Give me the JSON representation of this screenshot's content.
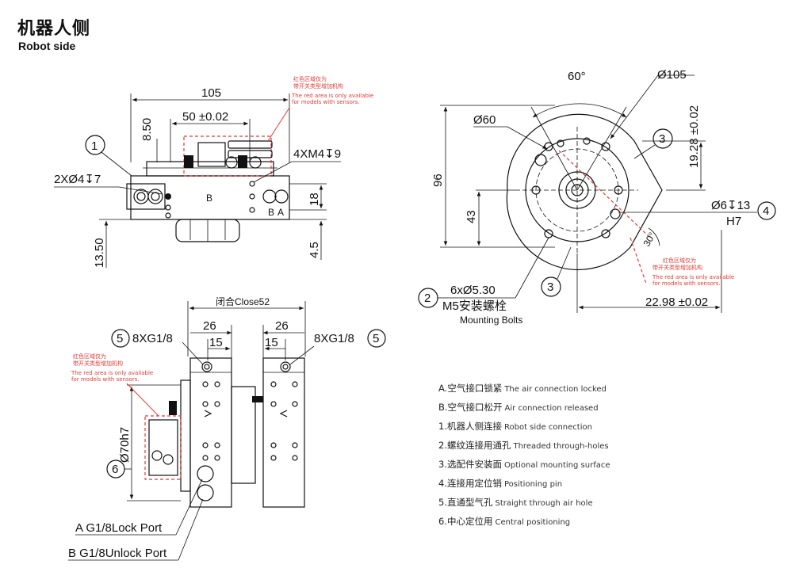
{
  "header": {
    "title_cn": "机器人侧",
    "title_en": "Robot side"
  },
  "red_note": {
    "cn_line1": "红色区域仅为",
    "cn_line2": "带开关类型增加机构",
    "en_line1": "The red area is only available",
    "en_line2": "for models with sensors."
  },
  "top_view": {
    "dim_width": "105",
    "dim_pitch": "50 ±0.02",
    "dim_height": "8.50",
    "dim_left_hole": "2XØ4↧7",
    "dim_right_hole": "4XM4↧9",
    "dim_right_height": "18",
    "dim_bottom_left": "13.50",
    "dim_bottom_right": "4.5",
    "callout_1": "1",
    "label_b": "B",
    "label_a": "A"
  },
  "round_view": {
    "angle_top": "60°",
    "dia_outer": "Ø105",
    "dia_inner": "Ø60",
    "dim_right_vertical": "19.28 ±0.02",
    "dim_left_vertical": "96",
    "dim_mid_vertical": "43",
    "pin_hole": "Ø6↧13",
    "pin_tolerance": "H7",
    "angle_bottom": "30°",
    "dim_bottom": "22.98 ±0.02",
    "bolts_spec": "6xØ5.30",
    "bolts_cn": "M5安装螺栓",
    "bolts_en": "Mounting Bolts",
    "callout_2": "2",
    "callout_3a": "3",
    "callout_3b": "3",
    "callout_4": "4"
  },
  "side_view": {
    "close_dim": "闭合Close52",
    "port_left": "8XG1/8",
    "port_right": "8XG1/8",
    "dim_26_left": "26",
    "dim_15_left": "15",
    "dim_26_right": "26",
    "dim_15_right": "15",
    "dia_70": "Ø70h7",
    "callout_5a": "5",
    "callout_5b": "5",
    "callout_6": "6",
    "port_a": "A G1/8Lock Port",
    "port_b": "B G1/8Unlock Port"
  },
  "legend": [
    {
      "cn": "A.空气接口锁紧",
      "en": "The air connection locked"
    },
    {
      "cn": "B.空气接口松开",
      "en": "Air connection released"
    },
    {
      "cn": "1.机器人侧连接",
      "en": "Robot side connection"
    },
    {
      "cn": "2.螺纹连接用通孔",
      "en": "Threaded through-holes"
    },
    {
      "cn": "3.选配件安装面",
      "en": "Optional mounting surface"
    },
    {
      "cn": "4.连接用定位销",
      "en": "Positioning pin"
    },
    {
      "cn": "5.直通型气孔",
      "en": "Straight through air hole"
    },
    {
      "cn": "6.中心定位用",
      "en": "Central positioning"
    }
  ]
}
